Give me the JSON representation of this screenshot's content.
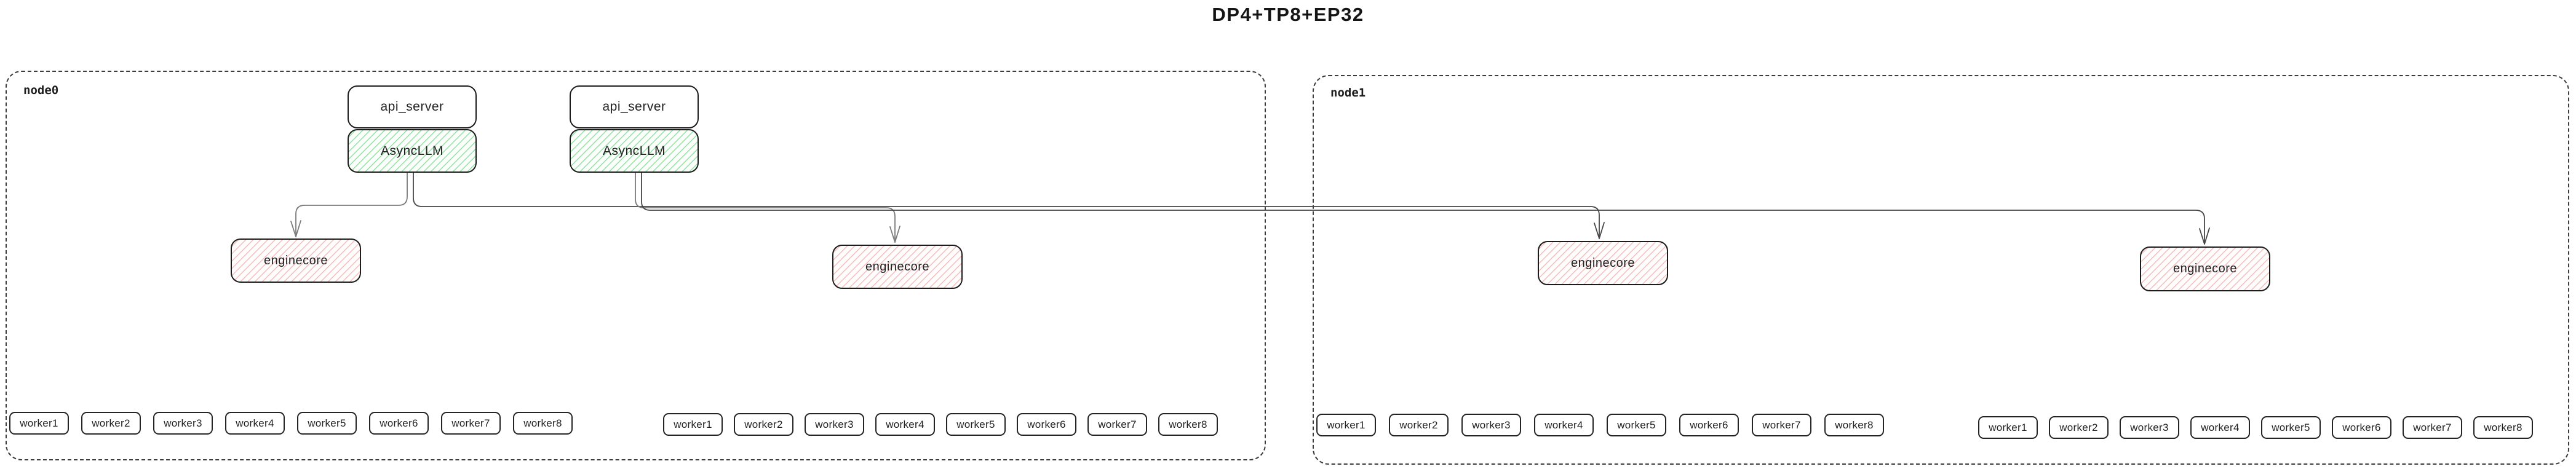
{
  "title": "DP4+TP8+EP32",
  "colors": {
    "green_hatch": "#8fe3a1",
    "pink_hatch": "#f5bcb8",
    "edge_gray": "#7a7a7a",
    "edge_dark": "#454545",
    "box_border": "#1c1c1c",
    "node_border": "#3c3c3c"
  },
  "node0": {
    "label": "node0",
    "api_server_1": "api_server",
    "asyncllm_1": "AsyncLLM",
    "api_server_2": "api_server",
    "asyncllm_2": "AsyncLLM",
    "enginecore_1": "enginecore",
    "enginecore_2": "enginecore",
    "workers_a": [
      "worker1",
      "worker2",
      "worker3",
      "worker4",
      "worker5",
      "worker6",
      "worker7",
      "worker8"
    ],
    "workers_b": [
      "worker1",
      "worker2",
      "worker3",
      "worker4",
      "worker5",
      "worker6",
      "worker7",
      "worker8"
    ]
  },
  "node1": {
    "label": "node1",
    "enginecore_1": "enginecore",
    "enginecore_2": "enginecore",
    "workers_a": [
      "worker1",
      "worker2",
      "worker3",
      "worker4",
      "worker5",
      "worker6",
      "worker7",
      "worker8"
    ],
    "workers_b": [
      "worker1",
      "worker2",
      "worker3",
      "worker4",
      "worker5",
      "worker6",
      "worker7",
      "worker8"
    ]
  }
}
